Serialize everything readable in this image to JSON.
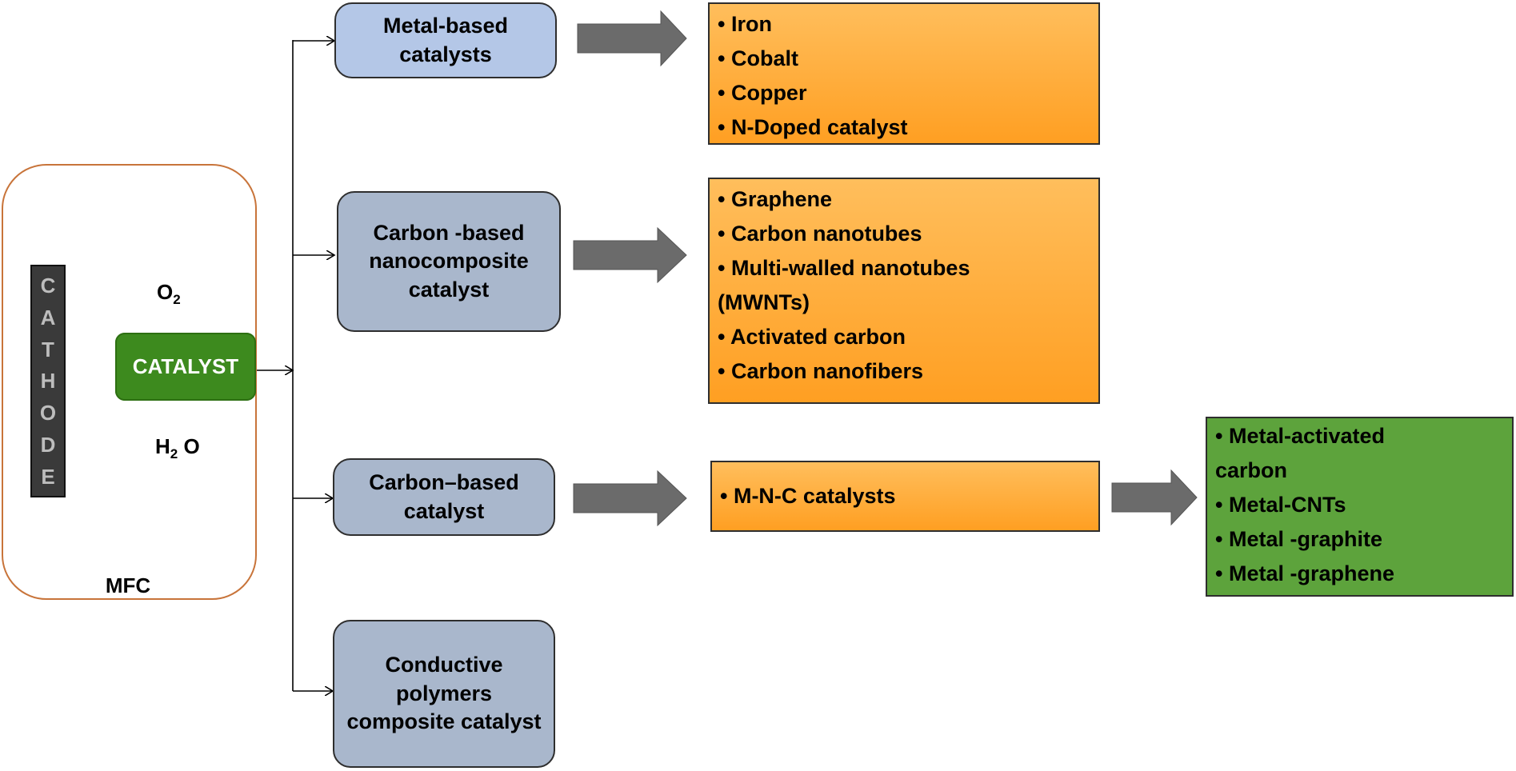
{
  "mfc": {
    "label": "MFC",
    "cathode_letters": [
      "C",
      "A",
      "T",
      "H",
      "O",
      "D",
      "E"
    ],
    "catalyst_label": "CATALYST",
    "o2_base": "O",
    "o2_sub": "2",
    "h2o_base": "H",
    "h2o_sub": "2",
    "h2o_tail": " O"
  },
  "categories": {
    "metal": "Metal-based catalysts",
    "carbon_nano": "Carbon -based nanocomposite catalyst",
    "carbon": "Carbon–based catalyst",
    "polymer": "Conductive polymers composite catalyst"
  },
  "lists": {
    "metal": [
      "• Iron",
      "• Cobalt",
      "• Copper",
      "• N-Doped catalyst"
    ],
    "carbon_nano": [
      "• Graphene",
      "• Carbon nanotubes",
      "• Multi-walled nanotubes",
      "(MWNTs)",
      "• Activated carbon",
      "• Carbon nanofibers"
    ],
    "carbon": [
      "• M-N-C catalysts"
    ],
    "mnc": [
      "• Metal-activated",
      "carbon",
      "• Metal-CNTs",
      "• Metal -graphite",
      "• Metal -graphene"
    ]
  },
  "colors": {
    "metal_box": "#b4c7e7",
    "category_box": "#a9b7cc",
    "list_orange": "#ffab37",
    "list_green": "#5da33c",
    "catalyst_green": "#3d8a1e",
    "arrow_gray": "#6b6b6b",
    "curve_blue": "#3a5da8",
    "mfc_border": "#c8743a"
  }
}
